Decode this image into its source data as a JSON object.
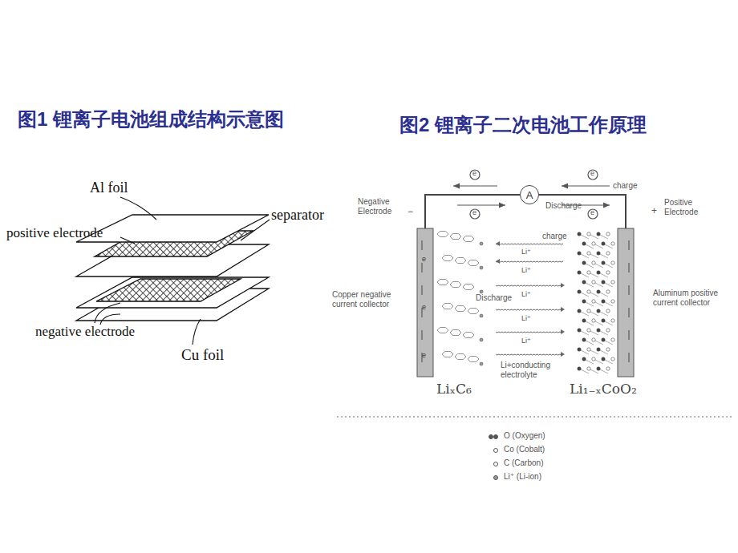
{
  "diagram": {
    "nodes": [
      {
        "text": [
          "A"
        ]
      }
    ],
    "labels": [
      "图1 锂离子电池组成结构示意图",
      "图2  锂离子二次电池工作原理",
      "Al foil",
      "positive electrode",
      "separator",
      "negative electrode",
      "Cu foil",
      "e",
      "e",
      "charge",
      "Negative Electrode",
      "−",
      "Discharge",
      "e",
      "e",
      "+",
      "Positive Electrode",
      "charge",
      "Li⁺",
      "Li⁺",
      "Discharge",
      "Li⁺",
      "Li⁺",
      "Li⁺",
      "Copper negative current collector",
      "Aluminum positive current collector",
      "Li+conducting electrolyte",
      "LiₓC₆",
      "Li₁₋ₓCoO₂",
      "e",
      "e",
      "e"
    ],
    "legend": [
      {
        "text": "O (Oxygen)"
      },
      {
        "text": "Co (Cobalt)"
      },
      {
        "text": "C (Carbon)"
      },
      {
        "text": "Li⁺ (Li-ion)"
      }
    ]
  }
}
